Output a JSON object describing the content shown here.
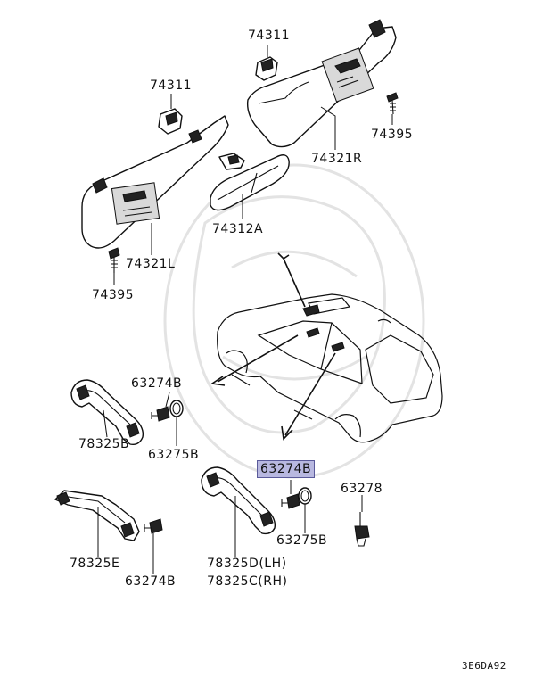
{
  "labels": {
    "clip_right": "74311",
    "clip_left": "74311",
    "visor_right": "74321R",
    "visor_left": "74321L",
    "screw_right": "74395",
    "screw_left": "74395",
    "mirror": "74312A",
    "bolt_front": "63274B",
    "cover_front": "63275B",
    "grip_front": "78325B",
    "bolt_highlight": "63274B",
    "clip_63278": "63278",
    "cover_mid": "63275B",
    "grip_mid_lh": "78325D(LH)",
    "grip_mid_rh": "78325C(RH)",
    "grip_rear": "78325E",
    "bolt_rear": "63274B"
  },
  "diagram_code": "3E6DA92"
}
